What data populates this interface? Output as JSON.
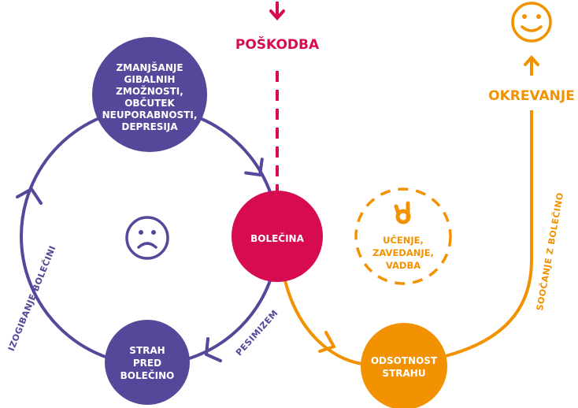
{
  "colors": {
    "purple": "#55489a",
    "magenta": "#d60b52",
    "orange": "#f39200"
  },
  "injury": {
    "label": "POŠKODBA"
  },
  "recovery": {
    "label": "OKREVANJE"
  },
  "nodes": {
    "top": [
      "ZMANJŠANJE",
      "GIBALNIH",
      "ZMOŽNOSTI,",
      "OBČUTEK",
      "NEUPORABNOSTI,",
      "DEPRESIJA"
    ],
    "pain": "BOLEČINA",
    "fear": [
      "STRAH",
      "PRED",
      "BOLEČINO"
    ],
    "no_fear": [
      "ODSOTNOST",
      "STRAHU"
    ],
    "learning": [
      "UČENJE,",
      "ZAVEDANJE,",
      "VADBA"
    ]
  },
  "edges": {
    "avoidance": "IZOGIBANJE BOLEČINI",
    "pessimism": "PESIMIZEM",
    "facing": "SOOČANJE Z BOLEČINO"
  }
}
